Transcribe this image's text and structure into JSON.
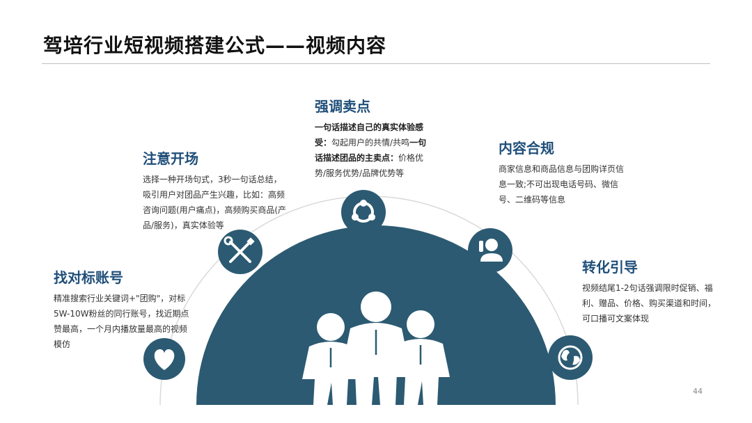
{
  "title": "驾培行业短视频搭建公式——视频内容",
  "colors": {
    "navy": "#2c5a72",
    "heading": "#1f4e79",
    "arc": "#d9d9d9",
    "icon_stroke": "#ffffff"
  },
  "points": [
    {
      "heading": "找对标账号",
      "body": "精准搜索行业关键词+\"团购\"，对标5W-10W粉丝的同行账号，找近期点赞最高，一个月内播放量最高的视频模仿",
      "icon": "heart-icon"
    },
    {
      "heading": "注意开场",
      "body": "选择一种开场句式，3秒一句话总结，吸引用户对团品产生兴趣，比如：高频咨询问题(用户痛点)，高频购买商品(产品/服务)，真实体验等",
      "icon": "tools-icon"
    },
    {
      "heading": "强调卖点",
      "body_parts": [
        {
          "text": "一句话描述自己的真实体验感受：",
          "bold": true
        },
        {
          "text": "勾起用户的共情/共鸣",
          "bold": false
        },
        {
          "text": "一句话描述团品的主卖点：",
          "bold": true
        },
        {
          "text": "价格优势/服务优势/品牌优势等",
          "bold": false
        }
      ],
      "icon": "share-icon"
    },
    {
      "heading": "内容合规",
      "body": "商家信息和商品信息与团购详页信息一致;不可出现电话号码、微信号、二维码等信息",
      "icon": "user-icon"
    },
    {
      "heading": "转化引导",
      "body": "视频结尾1-2句话强调限时促销、福利、赠品、价格、购买渠道和时间，可口播可文案体现",
      "icon": "globe-icon"
    }
  ],
  "page_number": "44"
}
